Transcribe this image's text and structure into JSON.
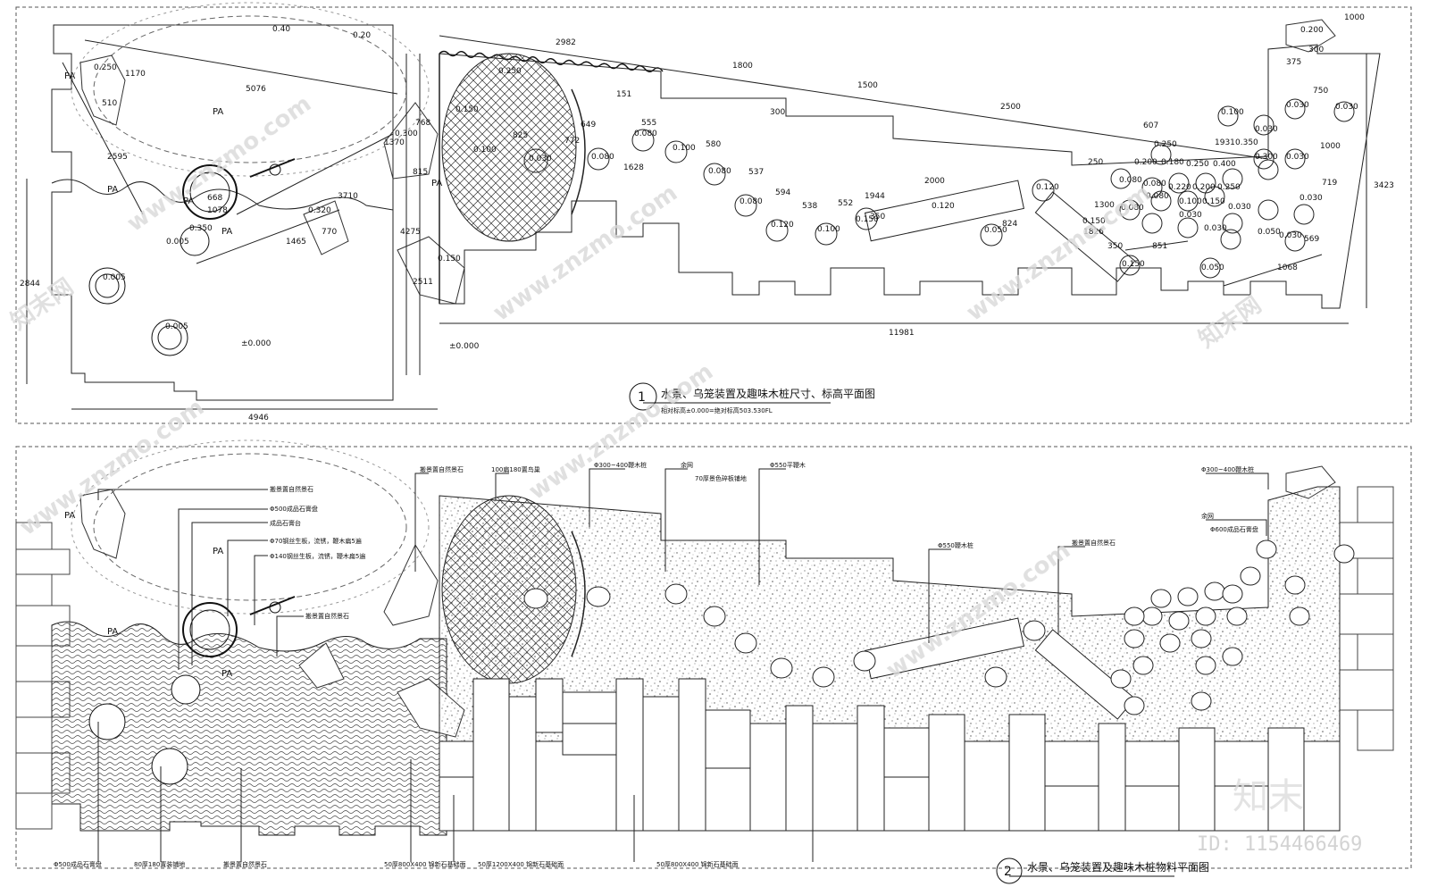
{
  "plan1": {
    "number": "1",
    "title": "水景、乌笼装置及趣味木桩尺寸、标高平面图",
    "subtitle": "相对标高±0.000=绝对标高503.530FL",
    "dims": [
      "2982",
      "1800",
      "1500",
      "2500",
      "607",
      "1931",
      "1000",
      "375",
      "300",
      "750",
      "1000",
      "719",
      "3423",
      "11981",
      "4946",
      "2844",
      "5076",
      "1170",
      "510",
      "2595",
      "668",
      "1078",
      "3710",
      "1465",
      "770",
      "4275",
      "2511",
      "1370",
      "768",
      "815",
      "825",
      "772",
      "649",
      "555",
      "580",
      "537",
      "594",
      "538",
      "552",
      "2000",
      "350",
      "1944",
      "824",
      "1300",
      "1826",
      "350",
      "851",
      "1068",
      "569",
      "300",
      "1628",
      "151",
      "250"
    ],
    "levels": [
      "0.40",
      "0.20",
      "0.250",
      "0.300",
      "0.320",
      "0.350",
      "0.005",
      "0.005",
      "0.005",
      "±0.000",
      "±0.000",
      "0.150",
      "0.250",
      "0.150",
      "0.100",
      "0.030",
      "0.080",
      "0.080",
      "0.100",
      "0.080",
      "0.080",
      "0.120",
      "0.100",
      "0.150",
      "0.120",
      "0.050",
      "0.120",
      "0.150",
      "0.150",
      "0.050",
      "0.200",
      "0.100",
      "0.030",
      "0.030",
      "0.030",
      "0.030",
      "0.250",
      "0.200",
      "0.180",
      "0.250",
      "0.400",
      "0.350",
      "0.300",
      "0.030",
      "0.080",
      "0.080",
      "0.080",
      "0.220",
      "0.200",
      "0.250",
      "0.100",
      "0.150",
      "0.080",
      "0.030",
      "0.030",
      "0.030",
      "0.030",
      "0.050"
    ],
    "pa": [
      "PA",
      "PA",
      "PA",
      "PA",
      "PA",
      "PA"
    ]
  },
  "plan2": {
    "number": "2",
    "title": "水景、乌笼装置及趣味木桩物料平面图",
    "callouts": [
      "搬景置自然景石",
      "Φ500成品石膏盘",
      "成品石膏台",
      "Φ70钢丝生板，流锈，鞭木扁5遍",
      "Φ140钢丝生板，流锈，鞭木扁5遍",
      "搬景置自然景石",
      "搬景置自然景石",
      "100扁180置鸟巢",
      "Φ300~400鞭木桩",
      "余网",
      "70厚景色碎板铺地",
      "Φ550平鞭木",
      "Φ550鞭木桩",
      "搬景置自然景石",
      "Φ300~400鞭木桩",
      "余网",
      "Φ600成品石膏盘",
      "Φ500成品石膏盘",
      "80厚180置装铺地",
      "搬景置自然景石",
      "50厚800X400 锦新石基础面",
      "50厚1200X400 锦新石基础面",
      "50厚800X400 锦新石基础面"
    ],
    "pa": [
      "PA",
      "PA",
      "PA",
      "PA"
    ]
  },
  "watermark": {
    "brand": "www.znzmo.com",
    "brand_cn": "知末网",
    "logo": "知末",
    "id_label": "ID: 1154466469"
  }
}
